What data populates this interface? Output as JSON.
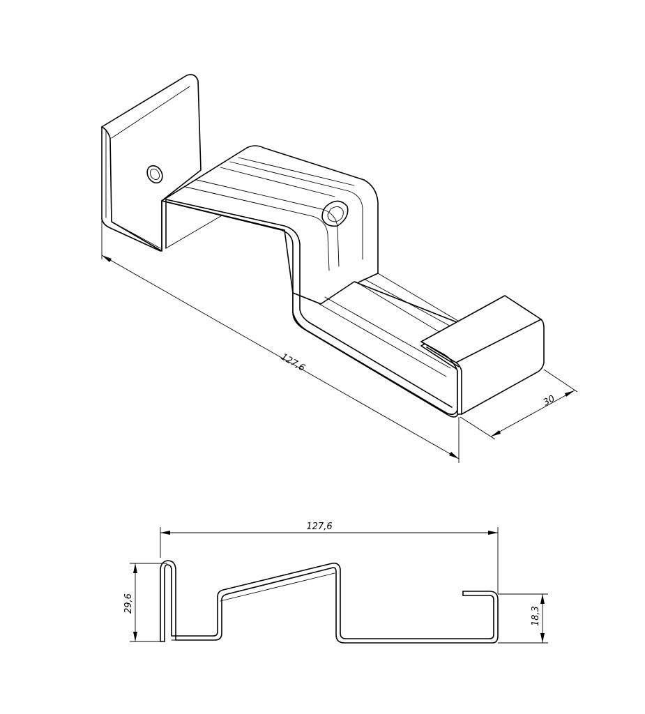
{
  "dimensions": {
    "iso_length": "127,6",
    "iso_width": "30",
    "profile_length": "127,6",
    "profile_height_left": "29,6",
    "profile_height_right": "18,3"
  }
}
